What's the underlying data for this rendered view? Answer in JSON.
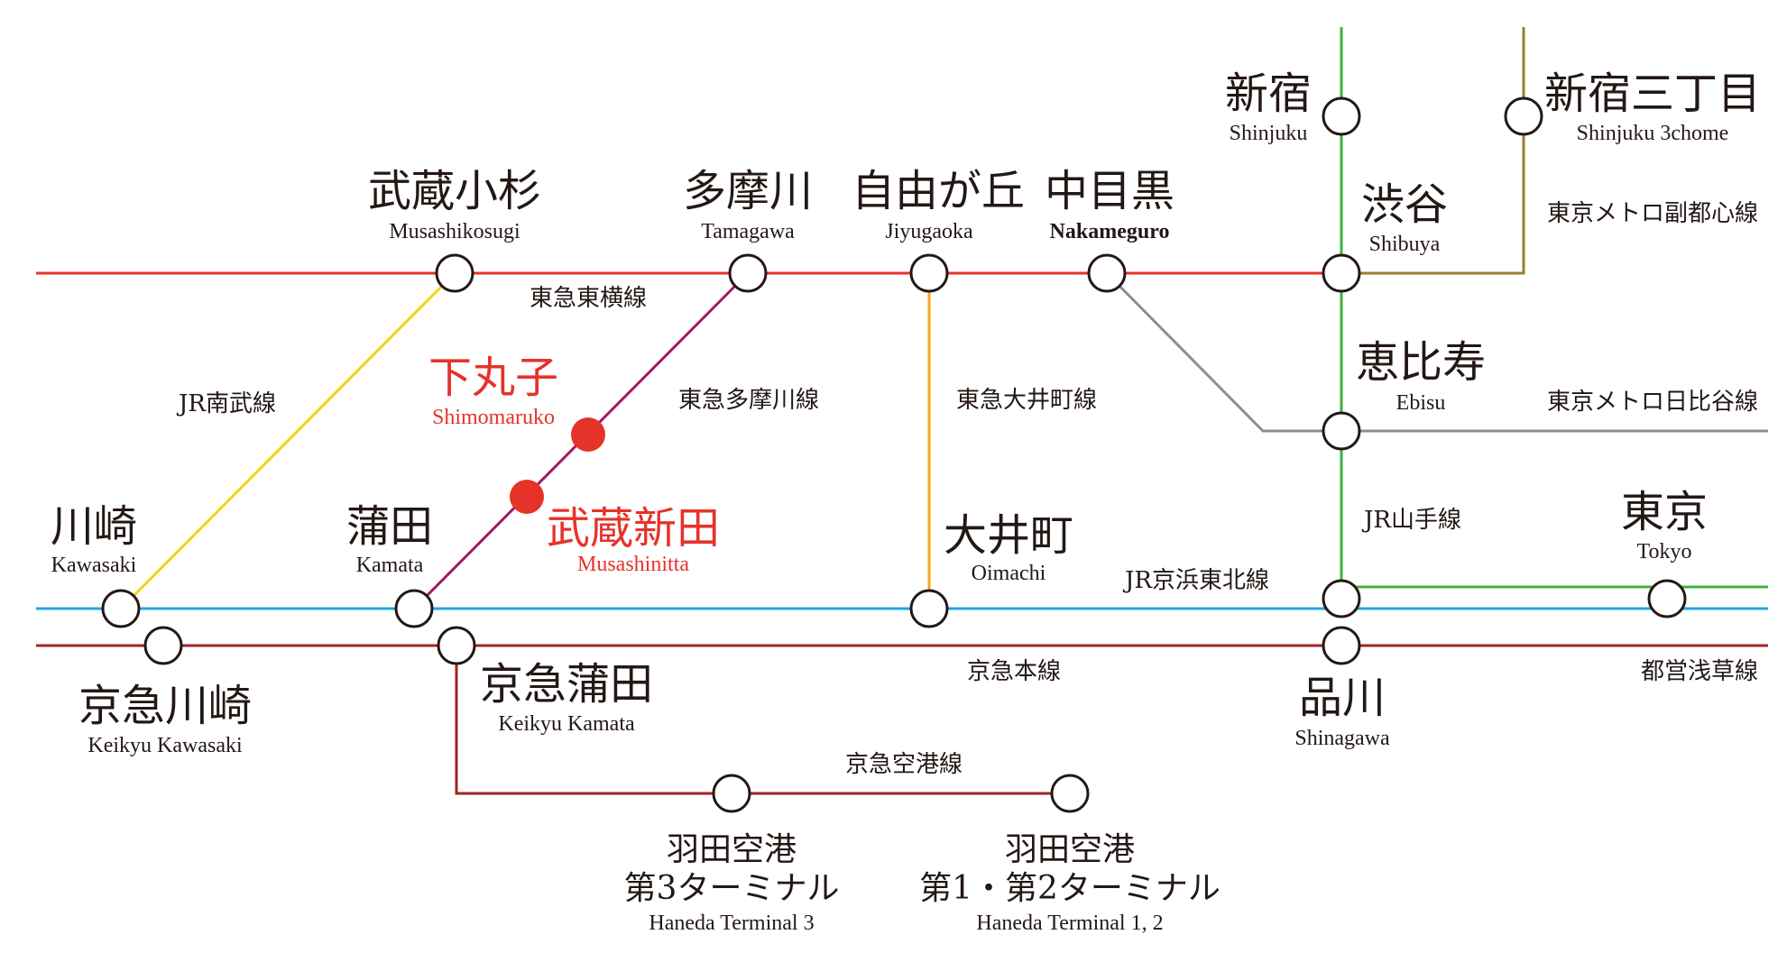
{
  "colors": {
    "toyoko": "#e5332a",
    "tamagawa": "#a3176a",
    "oimachi": "#f5a623",
    "nambu": "#f7d117",
    "keihin_tohoku": "#22a6e0",
    "keikyu": "#a52323",
    "yamanote": "#3cb33c",
    "fukutoshin": "#9c7d2e",
    "hibiya": "#8e8e8e",
    "highlight": "#e5332a",
    "text": "#231815"
  },
  "stations": {
    "musashikosugi": {
      "jp": "武蔵小杉",
      "en": "Musashikosugi"
    },
    "tamagawa": {
      "jp": "多摩川",
      "en": "Tamagawa"
    },
    "jiyugaoka": {
      "jp": "自由が丘",
      "en": "Jiyugaoka"
    },
    "nakameguro": {
      "jp": "中目黒",
      "en": "Nakameguro"
    },
    "shinjuku": {
      "jp": "新宿",
      "en": "Shinjuku"
    },
    "shinjuku3": {
      "jp": "新宿三丁目",
      "en": "Shinjuku 3chome"
    },
    "shibuya": {
      "jp": "渋谷",
      "en": "Shibuya"
    },
    "ebisu": {
      "jp": "恵比寿",
      "en": "Ebisu"
    },
    "shimomaruko": {
      "jp": "下丸子",
      "en": "Shimomaruko"
    },
    "musashinitta": {
      "jp": "武蔵新田",
      "en": "Musashinitta"
    },
    "kawasaki": {
      "jp": "川崎",
      "en": "Kawasaki"
    },
    "kamata": {
      "jp": "蒲田",
      "en": "Kamata"
    },
    "oimachi": {
      "jp": "大井町",
      "en": "Oimachi"
    },
    "tokyo": {
      "jp": "東京",
      "en": "Tokyo"
    },
    "keikyu_kawasaki": {
      "jp": "京急川崎",
      "en": "Keikyu Kawasaki"
    },
    "keikyu_kamata": {
      "jp": "京急蒲田",
      "en": "Keikyu Kamata"
    },
    "shinagawa": {
      "jp": "品川",
      "en": "Shinagawa"
    },
    "haneda3": {
      "jp1": "羽田空港",
      "jp2": "第3ターミナル",
      "en": "Haneda Terminal 3"
    },
    "haneda12": {
      "jp1": "羽田空港",
      "jp2": "第1・第2ターミナル",
      "en": "Haneda Terminal 1, 2"
    }
  },
  "lines": {
    "toyoko": "東急東横線",
    "nambu": "JR南武線",
    "tamagawa": "東急多摩川線",
    "oimachi": "東急大井町線",
    "fukutoshin": "東京メトロ副都心線",
    "hibiya": "東京メトロ日比谷線",
    "yamanote": "JR山手線",
    "keihin_tohoku": "JR京浜東北線",
    "keikyu_main": "京急本線",
    "asakusa": "都営浅草線",
    "keikyu_airport": "京急空港線"
  }
}
